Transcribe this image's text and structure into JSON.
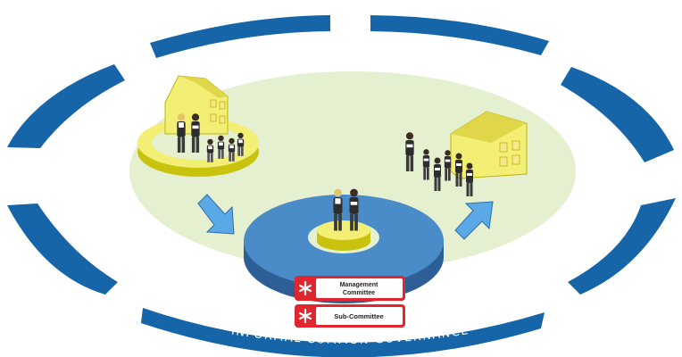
{
  "ring_label": "INFORMAL COMMON GOVERNANCE",
  "badges": {
    "management": {
      "line1": "Management",
      "line2": "Committee"
    },
    "subcommittee": {
      "label": "Sub-Committee"
    }
  },
  "colors": {
    "ring_blue": "#1565a8",
    "platform_blue": "#4a8cc8",
    "arrow_blue": "#5aa9e6",
    "house_yellow": "#f3ee74",
    "ground_green": "#e4f0cf",
    "badge_red": "#e0262e"
  },
  "icons": {
    "arrow_in": "arrow-right-icon",
    "arrow_out": "arrow-up-right-icon",
    "badge_mark": "asterisk-icon"
  }
}
